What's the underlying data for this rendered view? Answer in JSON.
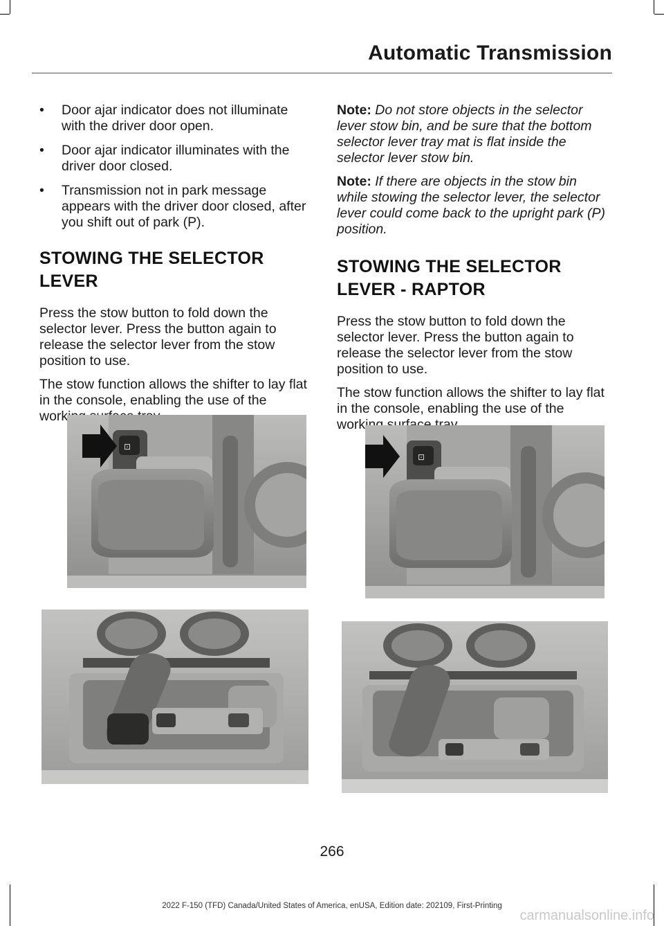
{
  "header": {
    "title": "Automatic Transmission"
  },
  "left": {
    "bullets": [
      "Door ajar indicator does not illuminate with the driver door open.",
      "Door ajar indicator illuminates with the driver door closed.",
      "Transmission not in park message appears with the driver door closed, after you shift out of park (P)."
    ],
    "heading_line1": "STOWING THE SELECTOR",
    "heading_line2": "LEVER",
    "para1": "Press the stow button to fold down the selector lever. Press the button again to release the selector lever from the stow position to use.",
    "para2": "The stow function allows the shifter to lay flat in the console, enabling the use of the working surface tray."
  },
  "right": {
    "note1_label": "Note:",
    "note1_text": " Do not store objects in the selector lever stow bin, and be sure that the bottom selector lever tray mat is flat inside the selector lever stow bin.",
    "note2_label": "Note:",
    "note2_text": " If there are objects in the stow bin while stowing the selector lever, the selector lever could come back to the upright park (P) position.",
    "heading_line1": "STOWING THE SELECTOR",
    "heading_line2": "LEVER - RAPTOR",
    "para1": "Press the stow button to fold down the selector lever. Press the button again to release the selector lever from the stow position to use.",
    "para2": "The stow function allows the shifter to lay flat in the console, enabling the use of the working surface tray."
  },
  "page_number": "266",
  "footer": "2022 F-150 (TFD) Canada/United States of America, enUSA, Edition date: 202109, First-Printing",
  "watermark": "carmanualsonline.info",
  "bullet_char": "•"
}
